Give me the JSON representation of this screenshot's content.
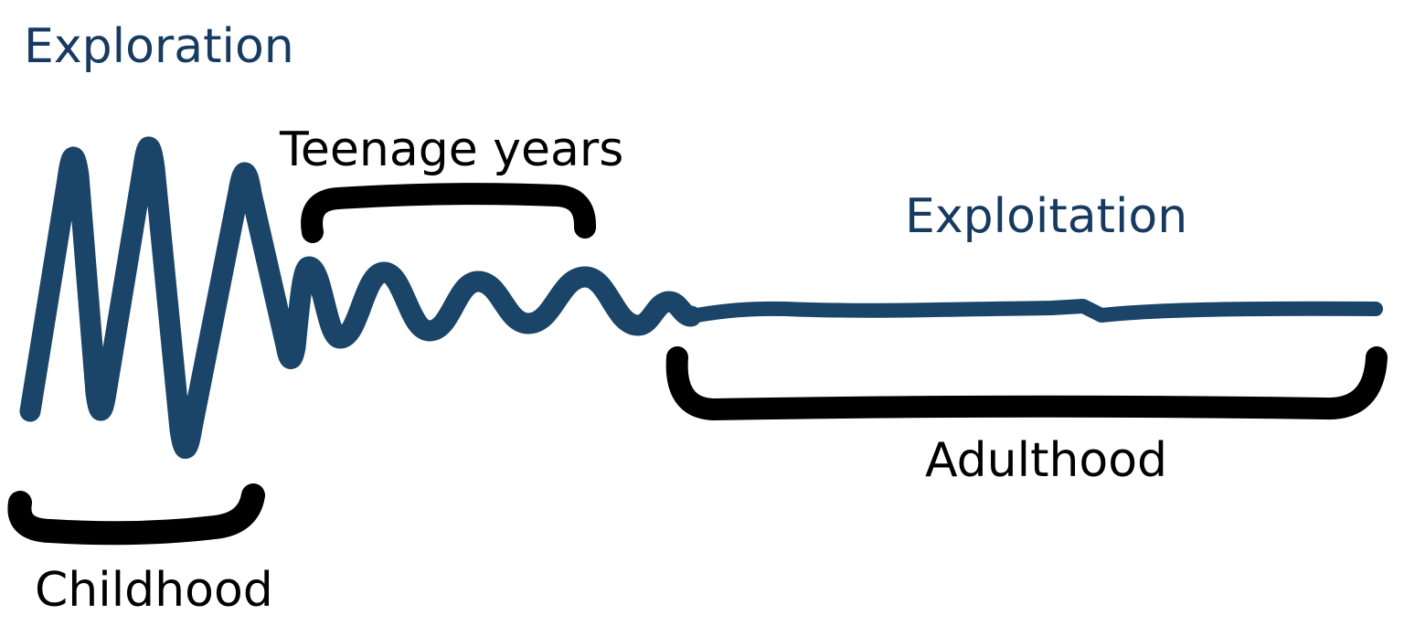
{
  "diagram": {
    "title_left": "Exploration",
    "title_right": "Exploitation",
    "stages": {
      "childhood": "Childhood",
      "teenage": "Teenage years",
      "adulthood": "Adulthood"
    }
  },
  "colors": {
    "curve_blue": "#1a4468",
    "label_blue": "#173a60",
    "label_black": "#000000",
    "background": "#ffffff"
  }
}
